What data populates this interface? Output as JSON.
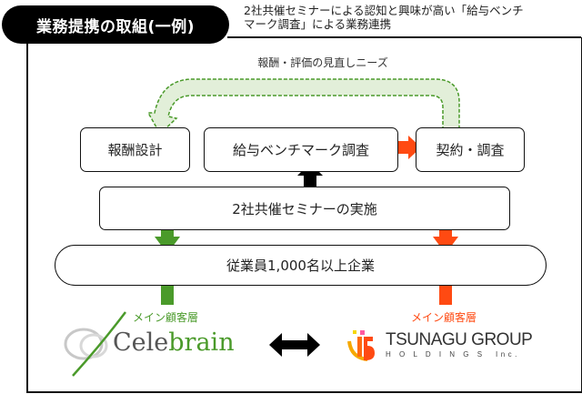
{
  "header": {
    "title": "業務提携の取組(一例)",
    "subtitle_line1": "2社共催セミナーによる認知と興味が高い「給与ベンチ",
    "subtitle_line2": "マーク調査」による業務連携"
  },
  "diagram": {
    "feedback_label": "報酬・評価の見直しニーズ",
    "boxes": {
      "compensation_design": "報酬設計",
      "salary_benchmark": "給与ベンチマーク調査",
      "contract_survey": "契約・調査",
      "seminar": "2社共催セミナーの実施",
      "target": "従業員1,000名以上企業"
    },
    "main_customer_left": "メイン顧客層",
    "main_customer_right": "メイン顧客層"
  },
  "logos": {
    "celebrain_part1": "Cele",
    "celebrain_part2": "brain",
    "tsunagu_line1": "TSUNAGU GROUP",
    "tsunagu_line2": "H O L D I N G S  Inc."
  },
  "colors": {
    "green": "#4a9a2a",
    "green_light": "#e2efd9",
    "orange": "#ff4a12",
    "black": "#000000"
  }
}
